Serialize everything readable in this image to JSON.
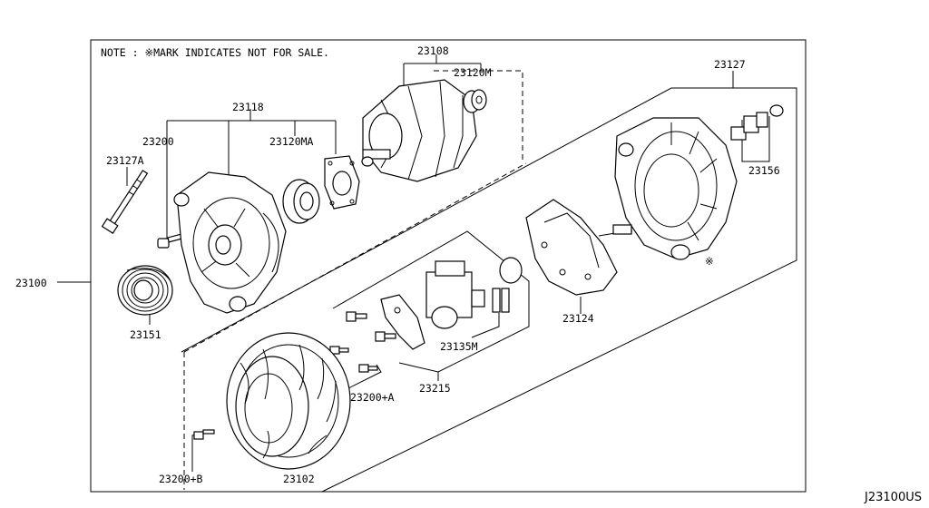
{
  "note": "NOTE : ※MARK INDICATES NOT FOR SALE.",
  "diagram_code": "J23100US",
  "not_for_sale_mark": "※",
  "labels": {
    "p23100": "23100",
    "p23127A": "23127A",
    "p23200": "23200",
    "p23118": "23118",
    "p23120MA": "23120MA",
    "p23108": "23108",
    "p23120M": "23120M",
    "p23127": "23127",
    "p23156": "23156",
    "p23151": "23151",
    "p23124": "23124",
    "p23135M": "23135M",
    "p23215": "23215",
    "p23200A": "23200+A",
    "p23200B": "23200+B",
    "p23102": "23102"
  }
}
